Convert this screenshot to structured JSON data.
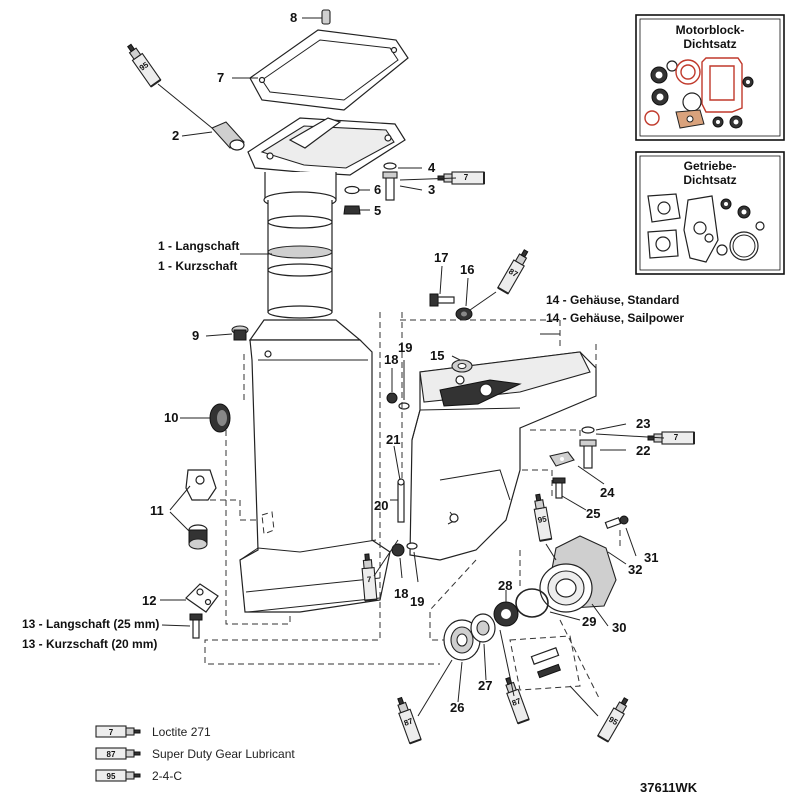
{
  "callouts": {
    "c1a": "1 - Langschaft",
    "c1b": "1 - Kurzschaft",
    "c2": "2",
    "c3": "3",
    "c4": "4",
    "c5": "5",
    "c6": "6",
    "c7": "7",
    "c8": "8",
    "c9": "9",
    "c10": "10",
    "c11": "11",
    "c12": "12",
    "c13a": "13 - Langschaft (25 mm)",
    "c13b": "13 - Kurzschaft (20 mm)",
    "c14a": "14 - Gehäuse, Standard",
    "c14b": "14 - Gehäuse, Sailpower",
    "c15": "15",
    "c16": "16",
    "c17": "17",
    "c18a": "18",
    "c18b": "18",
    "c19a": "19",
    "c19b": "19",
    "c20": "20",
    "c21": "21",
    "c22": "22",
    "c23": "23",
    "c24": "24",
    "c25": "25",
    "c26": "26",
    "c27": "27",
    "c28": "28",
    "c29": "29",
    "c30": "30",
    "c31": "31",
    "c32": "32"
  },
  "tube_numbers": {
    "t95_top": "95",
    "t7_top": "7",
    "t87_mid": "87",
    "t7_mid": "7",
    "t95_mid": "95",
    "t7_low": "7",
    "t87_bl": "87",
    "t87_bm": "87",
    "t95_br": "95"
  },
  "kits": {
    "motor_title_1": "Motorblock-",
    "motor_title_2": "Dichtsatz",
    "gear_title_1": "Getriebe-",
    "gear_title_2": "Dichtsatz"
  },
  "legend": [
    {
      "num": "7",
      "text": "Loctite 271"
    },
    {
      "num": "87",
      "text": "Super Duty Gear Lubricant"
    },
    {
      "num": "95",
      "text": "2-4-C"
    }
  ],
  "reference": "37611WK"
}
